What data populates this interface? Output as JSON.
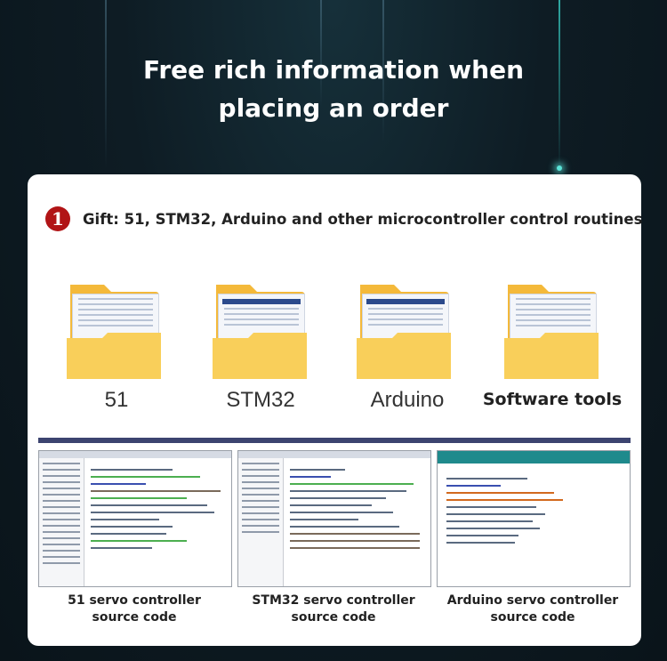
{
  "header": {
    "line1": "Free rich information when",
    "line2": "placing an order"
  },
  "gift": {
    "badge": "❶",
    "text": "Gift: 51, STM32, Arduino and other microcontroller control routines"
  },
  "folders": [
    {
      "label": "51",
      "icon": "folder-icon"
    },
    {
      "label": "STM32",
      "icon": "folder-icon"
    },
    {
      "label": "Arduino",
      "icon": "folder-icon"
    },
    {
      "label": "Software tools",
      "icon": "folder-icon"
    }
  ],
  "screenshots": [
    {
      "caption_line1": "51 servo controller",
      "caption_line2": "source code"
    },
    {
      "caption_line1": "STM32 servo controller",
      "caption_line2": "source code"
    },
    {
      "caption_line1": "Arduino servo controller",
      "caption_line2": "source code"
    }
  ],
  "colors": {
    "accent_teal": "#2fa9a3",
    "badge_red": "#b11416",
    "divider_navy": "#3c4470",
    "folder_yellow": "#f7c948"
  }
}
